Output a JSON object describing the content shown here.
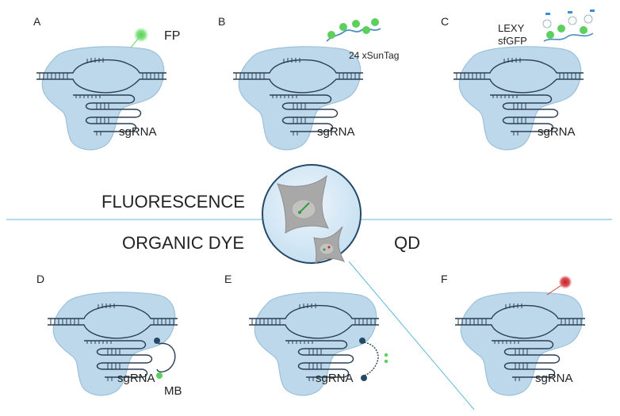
{
  "panels": [
    {
      "id": "A",
      "label": "A",
      "rna_label": "sgRNA",
      "probe_label": "FP"
    },
    {
      "id": "B",
      "label": "B",
      "rna_label": "sgRNA",
      "probe_label": "24 xSunTag"
    },
    {
      "id": "C",
      "label": "C",
      "rna_label": "sgRNA",
      "probe_label_line1": "LEXY",
      "probe_label_line2": "sfGFP"
    },
    {
      "id": "D",
      "label": "D",
      "rna_label": "sgRNA",
      "probe_label": "MB"
    },
    {
      "id": "E",
      "label": "E",
      "rna_label": "sgRNA"
    },
    {
      "id": "F",
      "label": "F",
      "rna_label": "sgRNA"
    }
  ],
  "center": {
    "fluorescence": "FLUORESCENCE",
    "organic_dye": "ORGANIC DYE",
    "qd": "QD"
  },
  "colors": {
    "blob": "#bcd8ea",
    "blob_edge": "#8fb6d0",
    "dna": "#2a3f55",
    "green": "#5ccf5c",
    "red": "#c8262b",
    "line": "#5fb8dc"
  }
}
